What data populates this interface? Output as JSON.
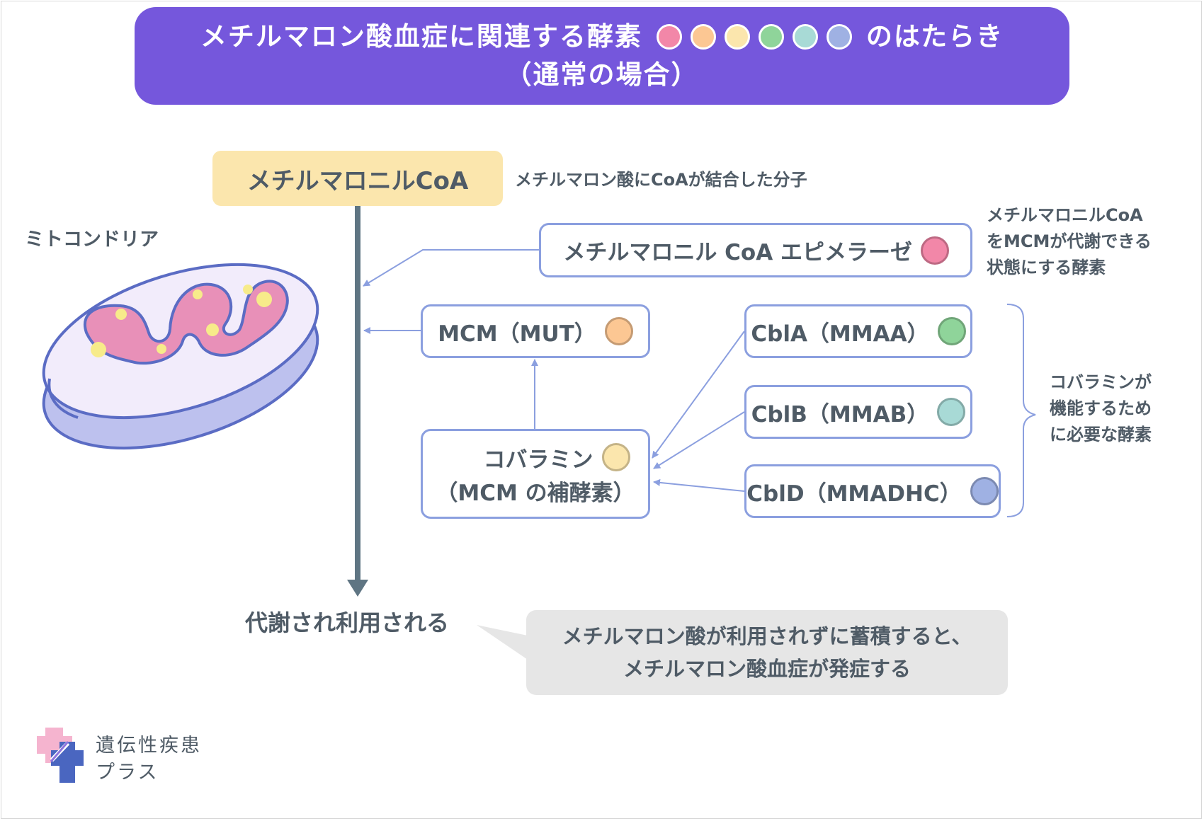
{
  "title": {
    "line1_before": "メチルマロン酸血症に関連する酵素",
    "line1_after": "のはたらき",
    "line2": "（通常の場合）"
  },
  "colors": {
    "epimerase": "#f287a8",
    "mcm": "#fcc793",
    "cobalamin": "#fbe6ad",
    "cbla": "#8fd49a",
    "cblb": "#a8dad6",
    "cbld": "#9fb1e3",
    "title_bg": "#7557dc",
    "box_border": "#8b9fdf",
    "main_arrow": "#5f7583"
  },
  "methylmalonyl": {
    "label": "メチルマロニルCoA",
    "note": "メチルマロン酸にCoAが結合した分子"
  },
  "mitochondria_label": "ミトコンドリア",
  "epimerase": {
    "label": "メチルマロニル CoA エピメラーゼ",
    "note_lines": [
      "メチルマロニルCoA",
      "をMCMが代謝できる",
      "状態にする酵素"
    ]
  },
  "mcm": {
    "label": "MCM（MUT）"
  },
  "cobalamin": {
    "line1": "コバラミン",
    "line2": "（MCM の補酵素）"
  },
  "cbla": {
    "label": "CblA（MMAA）"
  },
  "cblb": {
    "label": "CblB（MMAB）"
  },
  "cbld": {
    "label": "CblD（MMADHC）"
  },
  "cbl_note_lines": [
    "コバラミンが",
    "機能するため",
    "に必要な酵素"
  ],
  "result": "代謝され利用される",
  "callout_lines": [
    "メチルマロン酸が利用されずに蓄積すると、",
    "メチルマロン酸血症が発症する"
  ],
  "logo": {
    "line1": "遺伝性疾患",
    "line2": "プラス"
  }
}
